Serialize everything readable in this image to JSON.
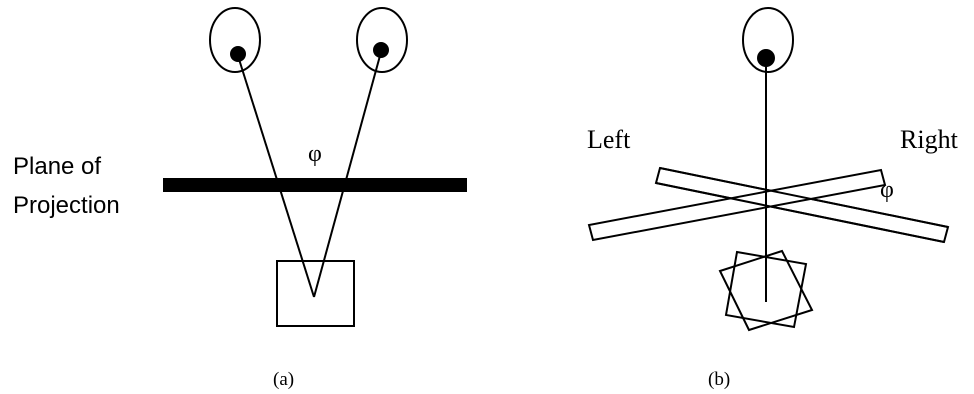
{
  "panel_a": {
    "plane_label_line1": "Plane of",
    "plane_label_line2": "Projection",
    "angle_symbol": "φ",
    "caption": "(a)"
  },
  "panel_b": {
    "left_label": "Left",
    "right_label": "Right",
    "angle_symbol": "φ",
    "caption": "(b)"
  },
  "colors": {
    "ink": "#000000",
    "background": "#ffffff"
  }
}
